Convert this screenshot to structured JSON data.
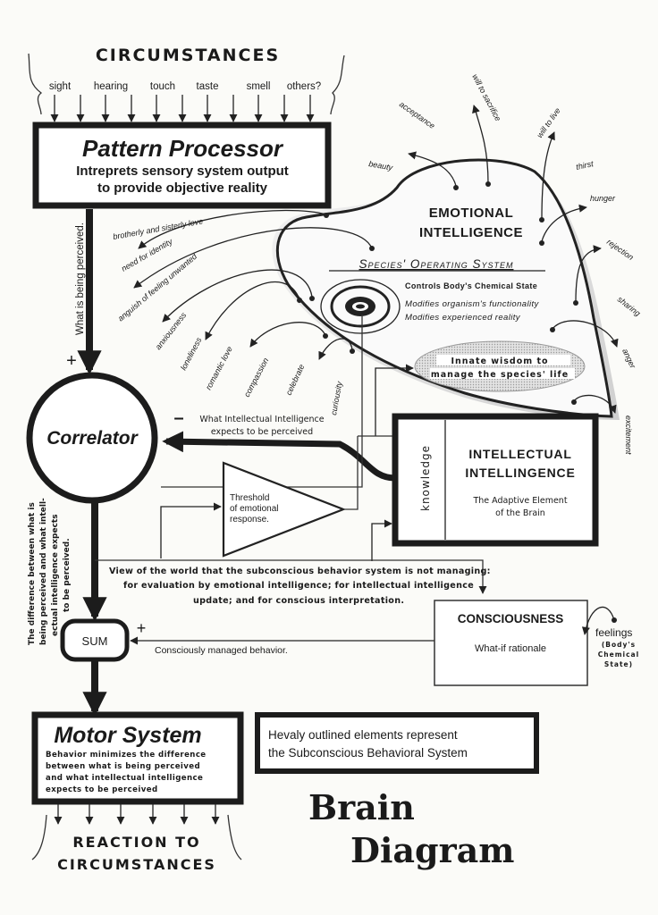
{
  "top": {
    "title": "CIRCUMSTANCES",
    "senses": [
      "sight",
      "hearing",
      "touch",
      "taste",
      "smell",
      "others?"
    ]
  },
  "pattern_processor": {
    "title": "Pattern Processor",
    "line1": "Intreprets sensory system output",
    "line2": "to provide objective reality"
  },
  "perceived_label": "What is being perceived.",
  "plus_sign": "+",
  "minus_sign": "–",
  "correlator": {
    "title": "Correlator"
  },
  "expects_label": {
    "line1": "What Intellectual Intelligence",
    "line2": "expects to be perceived"
  },
  "emotional": {
    "title1": "EMOTIONAL",
    "title2": "INTELLIGENCE",
    "subtitle": "Species' Operating System",
    "controls": "Controls Body's Chemical State",
    "modifies1": "Modifies organism's functionality",
    "modifies2": "Modifies experienced reality",
    "wisdom1": "Innate wisdom to",
    "wisdom2": "manage the species' life",
    "emotions_top": [
      "beauty",
      "acceptance",
      "will to sacrifice",
      "will to live",
      "thirst",
      "hunger"
    ],
    "emotions_right": [
      "rejection",
      "sharing",
      "anger",
      "excitement"
    ],
    "emotions_left": [
      "brotherly and sisterly love",
      "need for identity",
      "anguish of feeling unwanted",
      "anxiousness",
      "loneliness",
      "romantic love",
      "compassion",
      "celebrate",
      "curiousity"
    ]
  },
  "threshold": {
    "line1": "Threshold",
    "line2": "of emotional",
    "line3": "response."
  },
  "intellectual": {
    "knowledge": "knowledge",
    "title1": "INTELLECTUAL",
    "title2": "INTELLINGENCE",
    "sub1": "The Adaptive Element",
    "sub2": "of the Brain"
  },
  "difference_label": {
    "line1": "The difference between what is",
    "line2": "being perceived and what intell-",
    "line3": "ectual intelligence expects",
    "line4": "to be perceived."
  },
  "view_text": {
    "line1": "View of the world that the subconscious behavior system is not managing:",
    "line2": "for evaluation  by emotional intelligence; for intellectual intelligence",
    "line3": "update; and for conscious interpretation."
  },
  "sum": {
    "label": "SUM"
  },
  "consciously_label": "Consciously managed behavior.",
  "consciousness": {
    "title": "CONSCIOUSNESS",
    "sub": "What-if rationale",
    "feelings": "feelings",
    "feelings_note1": "(Body's",
    "feelings_note2": "Chemical",
    "feelings_note3": "State)"
  },
  "motor": {
    "title": "Motor System",
    "line1": "Behavior minimizes the difference",
    "line2": "between what is being perceived",
    "line3": "and what intellectual intelligence",
    "line4": "expects to be perceived"
  },
  "legend": {
    "line1": "Hevaly outlined elements represent",
    "line2": "the Subconscious Behavioral System"
  },
  "bottom": {
    "line1": "REACTION TO",
    "line2": "CIRCUMSTANCES"
  },
  "page_title": {
    "line1": "Brain",
    "line2": "Diagram"
  }
}
